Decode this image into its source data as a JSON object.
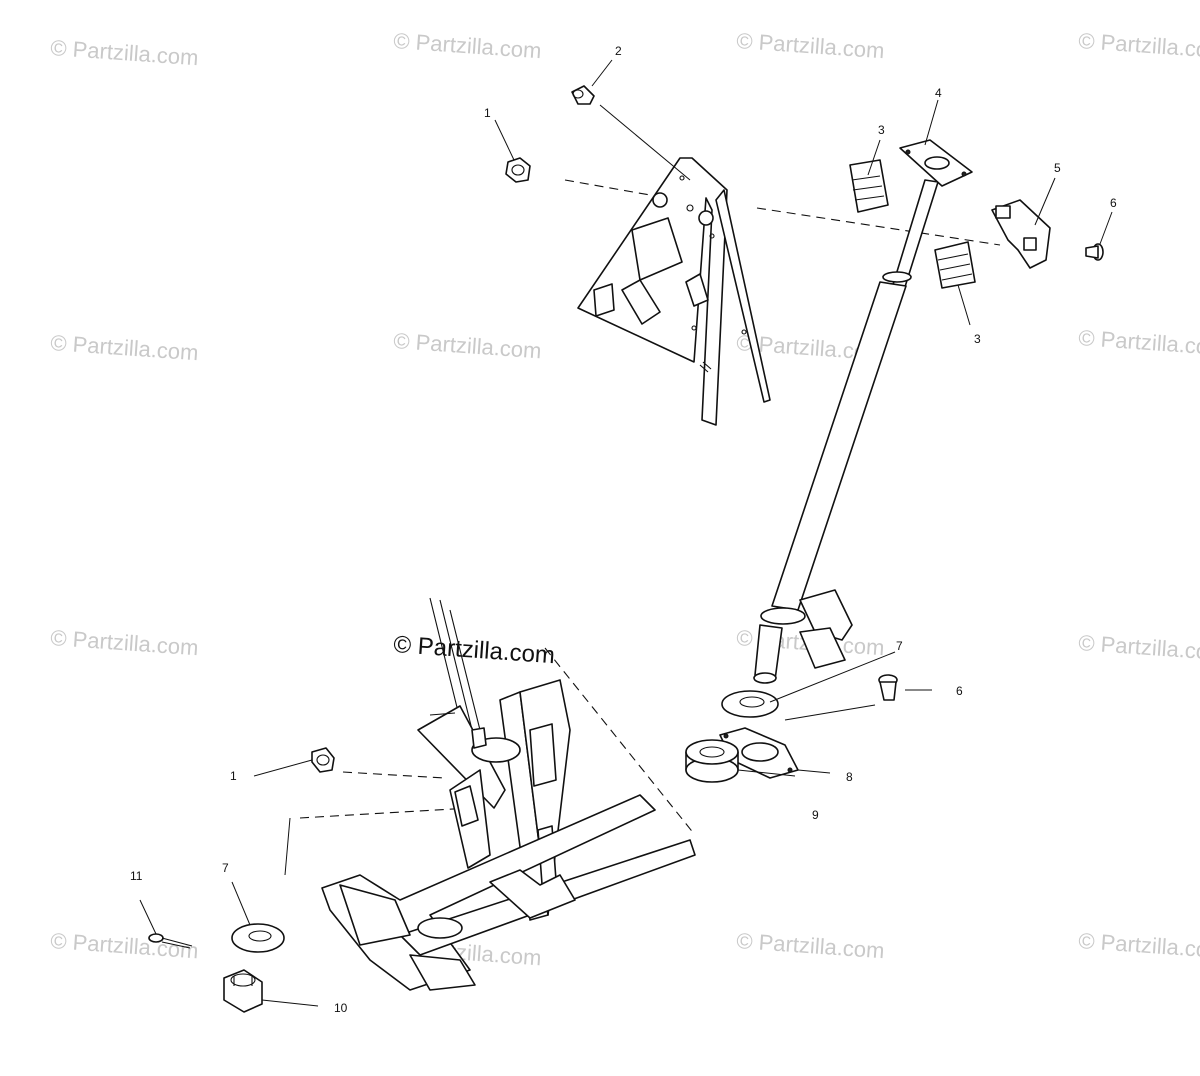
{
  "watermark": {
    "text": "© Partzilla.com",
    "main_text": "© Partzilla.com"
  },
  "callouts": [
    {
      "id": "c1a",
      "label": "1"
    },
    {
      "id": "c2",
      "label": "2"
    },
    {
      "id": "c3a",
      "label": "3"
    },
    {
      "id": "c4",
      "label": "4"
    },
    {
      "id": "c5",
      "label": "5"
    },
    {
      "id": "c6a",
      "label": "6"
    },
    {
      "id": "c3b",
      "label": "3"
    },
    {
      "id": "c7a",
      "label": "7"
    },
    {
      "id": "c6b",
      "label": "6"
    },
    {
      "id": "c8",
      "label": "8"
    },
    {
      "id": "c9",
      "label": "9"
    },
    {
      "id": "c1b",
      "label": "1"
    },
    {
      "id": "c11",
      "label": "11"
    },
    {
      "id": "c7b",
      "label": "7"
    },
    {
      "id": "c10",
      "label": "10"
    }
  ],
  "colors": {
    "line": "#111111",
    "watermark": "#c9c9c9",
    "background": "#ffffff"
  }
}
